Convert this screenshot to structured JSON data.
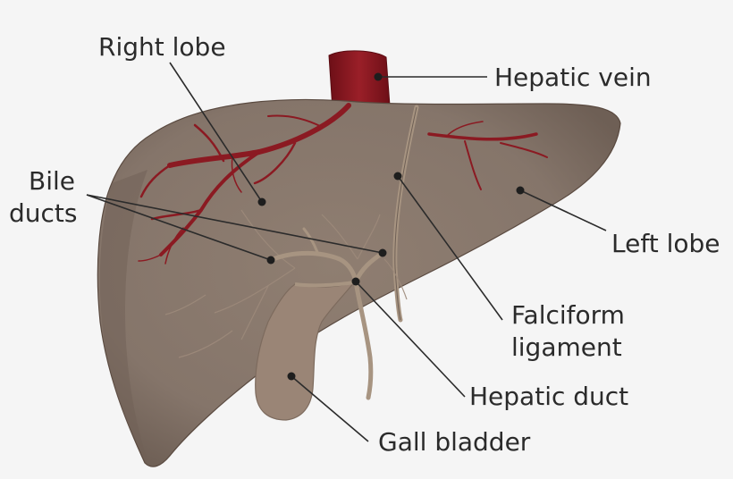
{
  "labels": {
    "right_lobe": "Right lobe",
    "hepatic_vein": "Hepatic vein",
    "bile_ducts_line1": "Bile",
    "bile_ducts_line2": "ducts",
    "left_lobe": "Left lobe",
    "falciform_line1": "Falciform",
    "falciform_line2": "ligament",
    "hepatic_duct": "Hepatic duct",
    "gall_bladder": "Gall bladder"
  },
  "colors": {
    "background": "#f5f5f5",
    "liver": "#8a7a6d",
    "liver_edge": "#5a4a40",
    "vessels": "#8b1a22",
    "ducts": "#a79481",
    "gall_bladder": "#9a8576",
    "leader_line": "#2b2b2b"
  }
}
